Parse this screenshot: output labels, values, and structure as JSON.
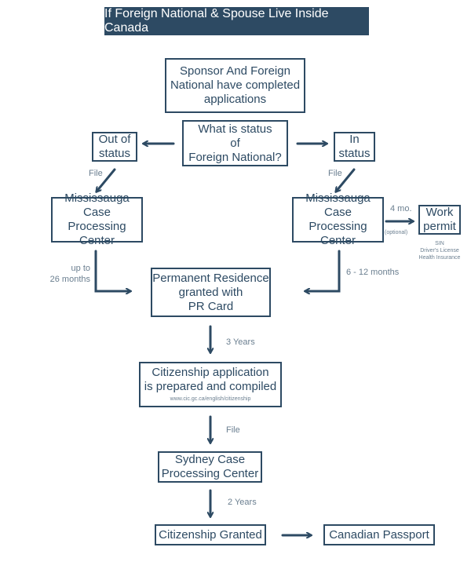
{
  "title": "If Foreign National & Spouse Live Inside Canada",
  "nodes": {
    "applications": "Sponsor And Foreign\nNational have completed\napplications",
    "status_question": "What is status\nof\nForeign National?",
    "out_of_status": "Out of\nstatus",
    "in_status": "In\nstatus",
    "mississauga_left": "Mississauga\nCase Processing\nCenter",
    "mississauga_right": "Mississauga\nCase Processing\nCenter",
    "work_permit": "Work\npermit",
    "permanent_residence": "Permanent Residence\ngranted with\nPR Card",
    "citizenship_application": "Citizenship application\nis prepared and compiled",
    "citizenship_url": "www.cic.gc.ca/english/citizenship",
    "sydney": "Sydney Case\nProcessing Center",
    "citizenship_granted": "Citizenship Granted",
    "canadian_passport": "Canadian Passport"
  },
  "labels": {
    "file_left": "File",
    "file_right": "File",
    "four_months": "4 mo.",
    "optional": "(optional)",
    "work_permit_docs": "SIN\nDriver's License\nHealth Insurance",
    "up_to_26_months": "up to\n26 months",
    "six_to_twelve_months": "6 - 12 months",
    "three_years": "3 Years",
    "file_bottom": "File",
    "two_years": "2 Years"
  },
  "colors": {
    "primary": "#2d4a63",
    "muted": "#6b7f90",
    "background": "#ffffff"
  }
}
